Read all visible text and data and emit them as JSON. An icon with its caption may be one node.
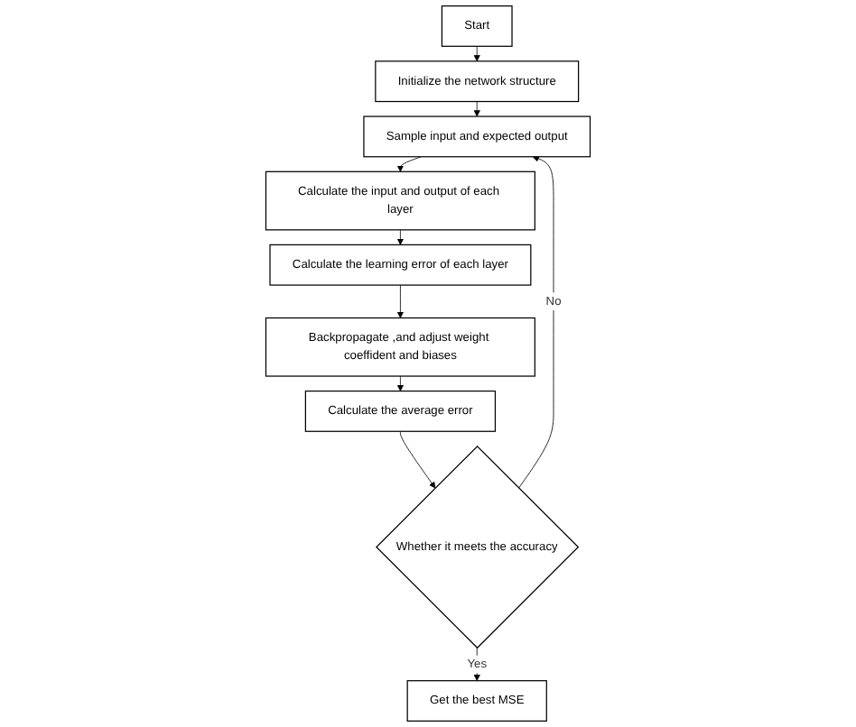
{
  "diagram": {
    "nodes": [
      {
        "text": [
          "Start"
        ]
      },
      {
        "text": [
          "Initialize the network structure"
        ]
      },
      {
        "text": [
          "Sample input and expected output"
        ]
      },
      {
        "text": [
          "Calculate the input and output of each layer"
        ]
      },
      {
        "text": [
          "Calculate the learning error of each layer"
        ]
      },
      {
        "text": [
          "Backpropagate ,and adjust weight coeffident and biases"
        ]
      },
      {
        "text": [
          "Calculate the average error"
        ]
      },
      {
        "text": [
          "Whether it meets the accuracy"
        ]
      },
      {
        "text": [
          "Get the best MSE"
        ]
      }
    ],
    "edges": [
      {
        "from": 0,
        "to": 1,
        "arrow": "to"
      },
      {
        "from": 1,
        "to": 2,
        "arrow": "to"
      },
      {
        "from": 2,
        "to": 3,
        "arrow": "to"
      },
      {
        "from": 3,
        "to": 4,
        "arrow": "to"
      },
      {
        "from": 4,
        "to": 5,
        "arrow": "to"
      },
      {
        "from": 5,
        "to": 6,
        "arrow": "to"
      },
      {
        "from": 6,
        "to": 7,
        "arrow": "to"
      },
      {
        "from": 7,
        "to": 8,
        "arrow": "to",
        "label": "Yes"
      },
      {
        "from": 7,
        "to": 2,
        "arrow": "to",
        "label": "No"
      }
    ]
  }
}
